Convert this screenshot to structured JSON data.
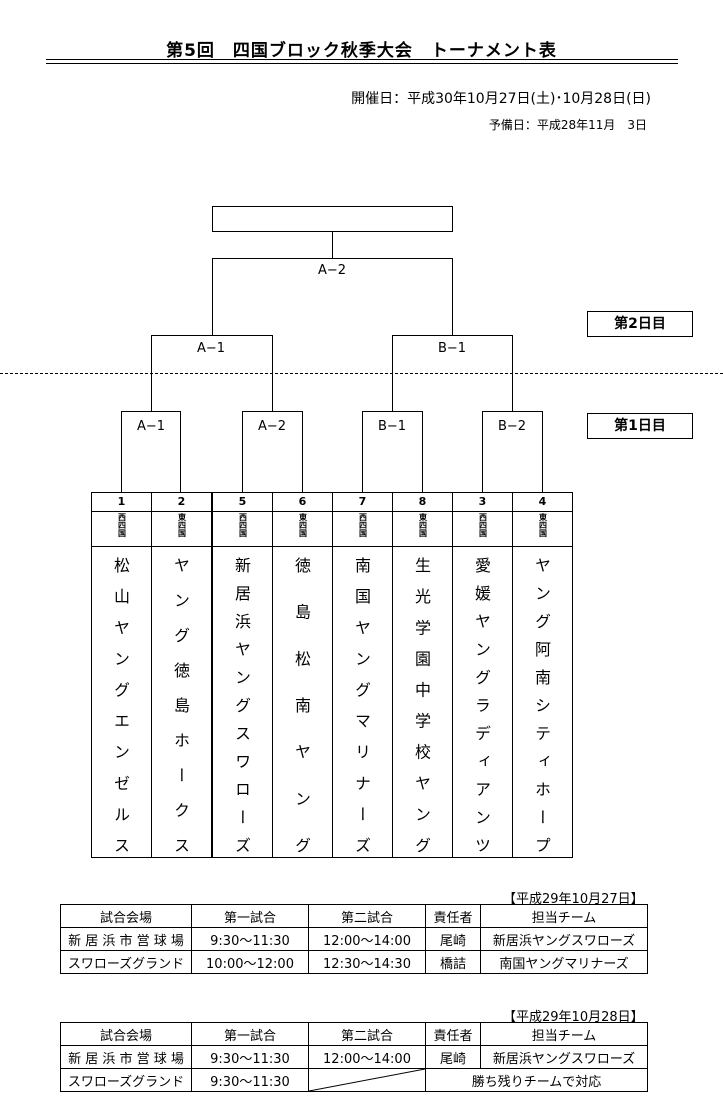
{
  "header": {
    "title": "第5回　四国ブロック秋季大会　トーナメント表",
    "dates": "開催日：平成30年10月27日(土)･10月28日(日)",
    "spare": "予備日：平成28年11月　3日"
  },
  "days": {
    "day2": "第2日目",
    "day1": "第1日目"
  },
  "bracket": {
    "final": "A−2",
    "semi_left": "A−1",
    "semi_right": "B−1",
    "r1": [
      "A−1",
      "A−2",
      "B−1",
      "B−2"
    ]
  },
  "teams": [
    {
      "num": "1",
      "area": "西四国",
      "name": "松山ヤングエンゼルス"
    },
    {
      "num": "2",
      "area": "東四国",
      "name": "ヤング徳島ホークス"
    },
    {
      "num": "5",
      "area": "西四国",
      "name": "新居浜ヤングスワローズ"
    },
    {
      "num": "6",
      "area": "東四国",
      "name": "徳島松南ヤング"
    },
    {
      "num": "7",
      "area": "西四国",
      "name": "南国ヤングマリナーズ"
    },
    {
      "num": "8",
      "area": "東四国",
      "name": "生光学園中学校ヤング"
    },
    {
      "num": "3",
      "area": "西四国",
      "name": "愛媛ヤングラディアンツ"
    },
    {
      "num": "4",
      "area": "東四国",
      "name": "ヤング阿南シティホープ"
    }
  ],
  "schedule1": {
    "caption": "【平成29年10月27日】",
    "headers": [
      "試合会場",
      "第一試合",
      "第二試合",
      "責任者",
      "担当チーム"
    ],
    "rows": [
      [
        "新 居 浜 市 営 球 場",
        "9:30〜11:30",
        "12:00〜14:00",
        "尾崎",
        "新居浜ヤングスワローズ"
      ],
      [
        "スワローズグランド",
        "10:00〜12:00",
        "12:30〜14:30",
        "橋詰",
        "南国ヤングマリナーズ"
      ]
    ]
  },
  "schedule2": {
    "caption": "【平成29年10月28日】",
    "headers": [
      "試合会場",
      "第一試合",
      "第二試合",
      "責任者",
      "担当チーム"
    ],
    "rows": [
      [
        "新 居 浜 市 営 球 場",
        "9:30〜11:30",
        "12:00〜14:00",
        "尾崎",
        "新居浜ヤングスワローズ"
      ],
      [
        "スワローズグランド",
        "9:30〜11:30",
        "",
        "勝ち残りチームで対応",
        ""
      ]
    ]
  }
}
